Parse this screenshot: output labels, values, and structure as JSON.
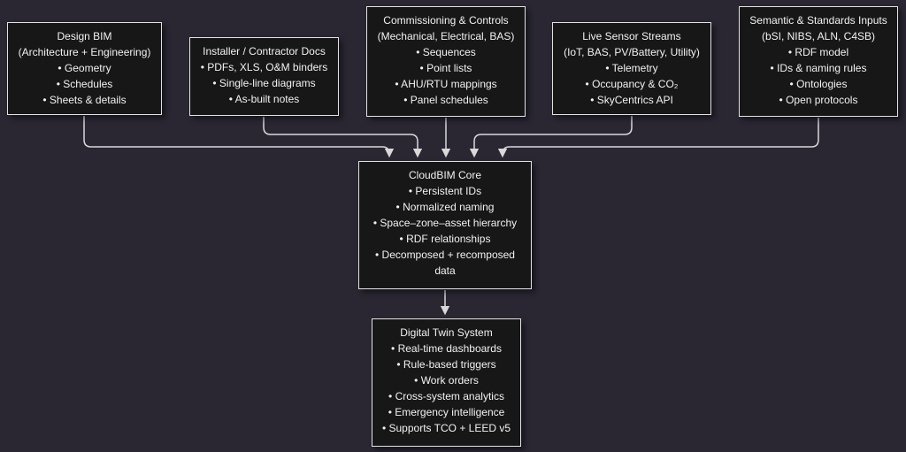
{
  "diagram": {
    "nodes": {
      "design_bim": {
        "title": "Design BIM",
        "subtitle": "(Architecture + Engineering)",
        "bullets": [
          "• Geometry",
          "• Schedules",
          "• Sheets & details"
        ]
      },
      "installer_docs": {
        "title": "Installer / Contractor Docs",
        "bullets": [
          "• PDFs, XLS, O&M binders",
          "• Single-line diagrams",
          "• As-built notes"
        ]
      },
      "commissioning": {
        "title": "Commissioning & Controls",
        "subtitle": "(Mechanical, Electrical, BAS)",
        "bullets": [
          "• Sequences",
          "• Point lists",
          "• AHU/RTU mappings",
          "• Panel schedules"
        ]
      },
      "live_sensors": {
        "title": "Live Sensor Streams",
        "subtitle": "(IoT, BAS, PV/Battery, Utility)",
        "bullets": [
          "• Telemetry",
          "• Occupancy & CO₂",
          "• SkyCentrics API"
        ]
      },
      "semantic_inputs": {
        "title": "Semantic & Standards Inputs",
        "subtitle": "(bSI, NIBS, ALN, C4SB)",
        "bullets": [
          "• RDF model",
          "• IDs & naming rules",
          "• Ontologies",
          "• Open protocols"
        ]
      },
      "cloudbim_core": {
        "title": "CloudBIM Core",
        "bullets": [
          "• Persistent IDs",
          "• Normalized naming",
          "• Space–zone–asset hierarchy",
          "• RDF relationships",
          "• Decomposed + recomposed data"
        ]
      },
      "digital_twin": {
        "title": "Digital Twin System",
        "bullets": [
          "• Real-time dashboards",
          "• Rule-based triggers",
          "• Work orders",
          "• Cross-system analytics",
          "• Emergency intelligence",
          "• Supports TCO + LEED v5"
        ]
      }
    },
    "colors": {
      "background": "#2a2733",
      "node_fill": "#171717",
      "node_border": "#e3e3e3",
      "text": "#f2f2f2",
      "connector": "#d9d9d9"
    }
  }
}
